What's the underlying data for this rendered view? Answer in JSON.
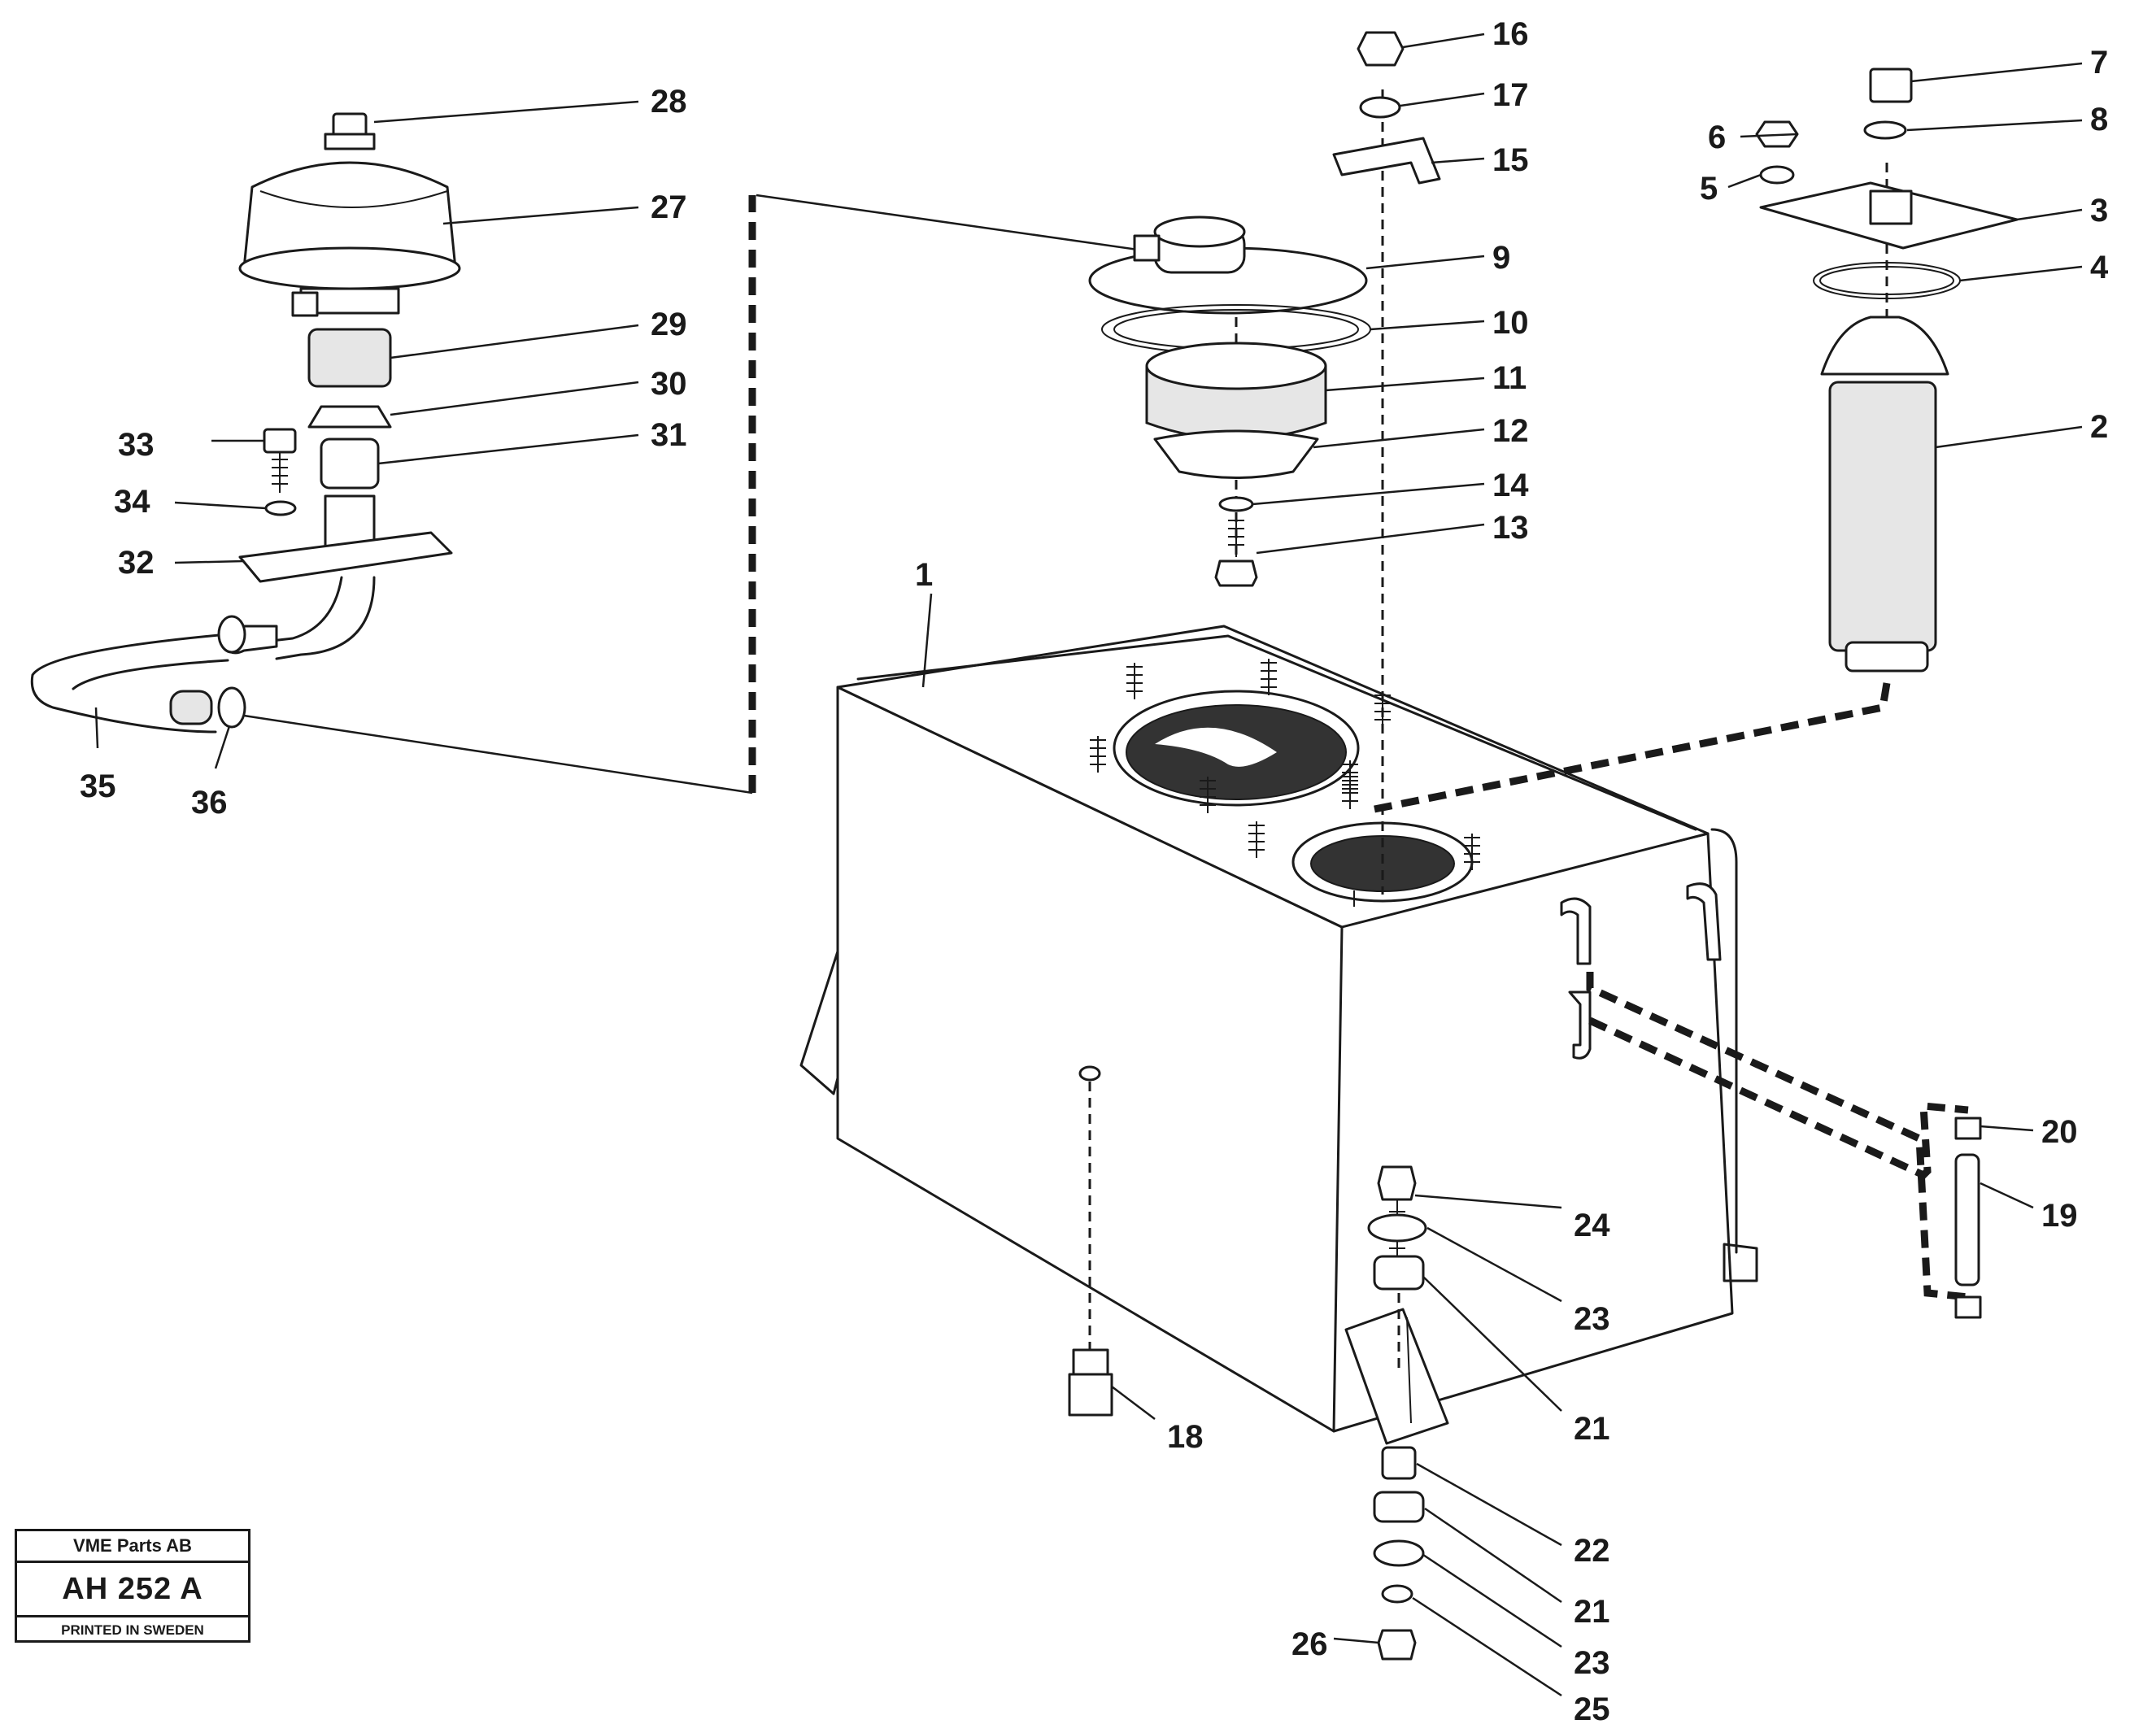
{
  "labels": {
    "l1": "1",
    "l2": "2",
    "l3": "3",
    "l4": "4",
    "l5": "5",
    "l6": "6",
    "l7": "7",
    "l8": "8",
    "l9": "9",
    "l10": "10",
    "l11": "11",
    "l12": "12",
    "l13": "13",
    "l14": "14",
    "l15": "15",
    "l16": "16",
    "l17": "17",
    "l18": "18",
    "l19": "19",
    "l20": "20",
    "l21a": "21",
    "l21b": "21",
    "l22": "22",
    "l23a": "23",
    "l23b": "23",
    "l24": "24",
    "l25": "25",
    "l26": "26",
    "l27": "27",
    "l28": "28",
    "l29": "29",
    "l30": "30",
    "l31": "31",
    "l32": "32",
    "l33": "33",
    "l34": "34",
    "l35": "35",
    "l36": "36"
  },
  "title_block": {
    "company": "VME Parts AB",
    "code": "AH 252 A",
    "printed": "PRINTED IN SWEDEN"
  }
}
